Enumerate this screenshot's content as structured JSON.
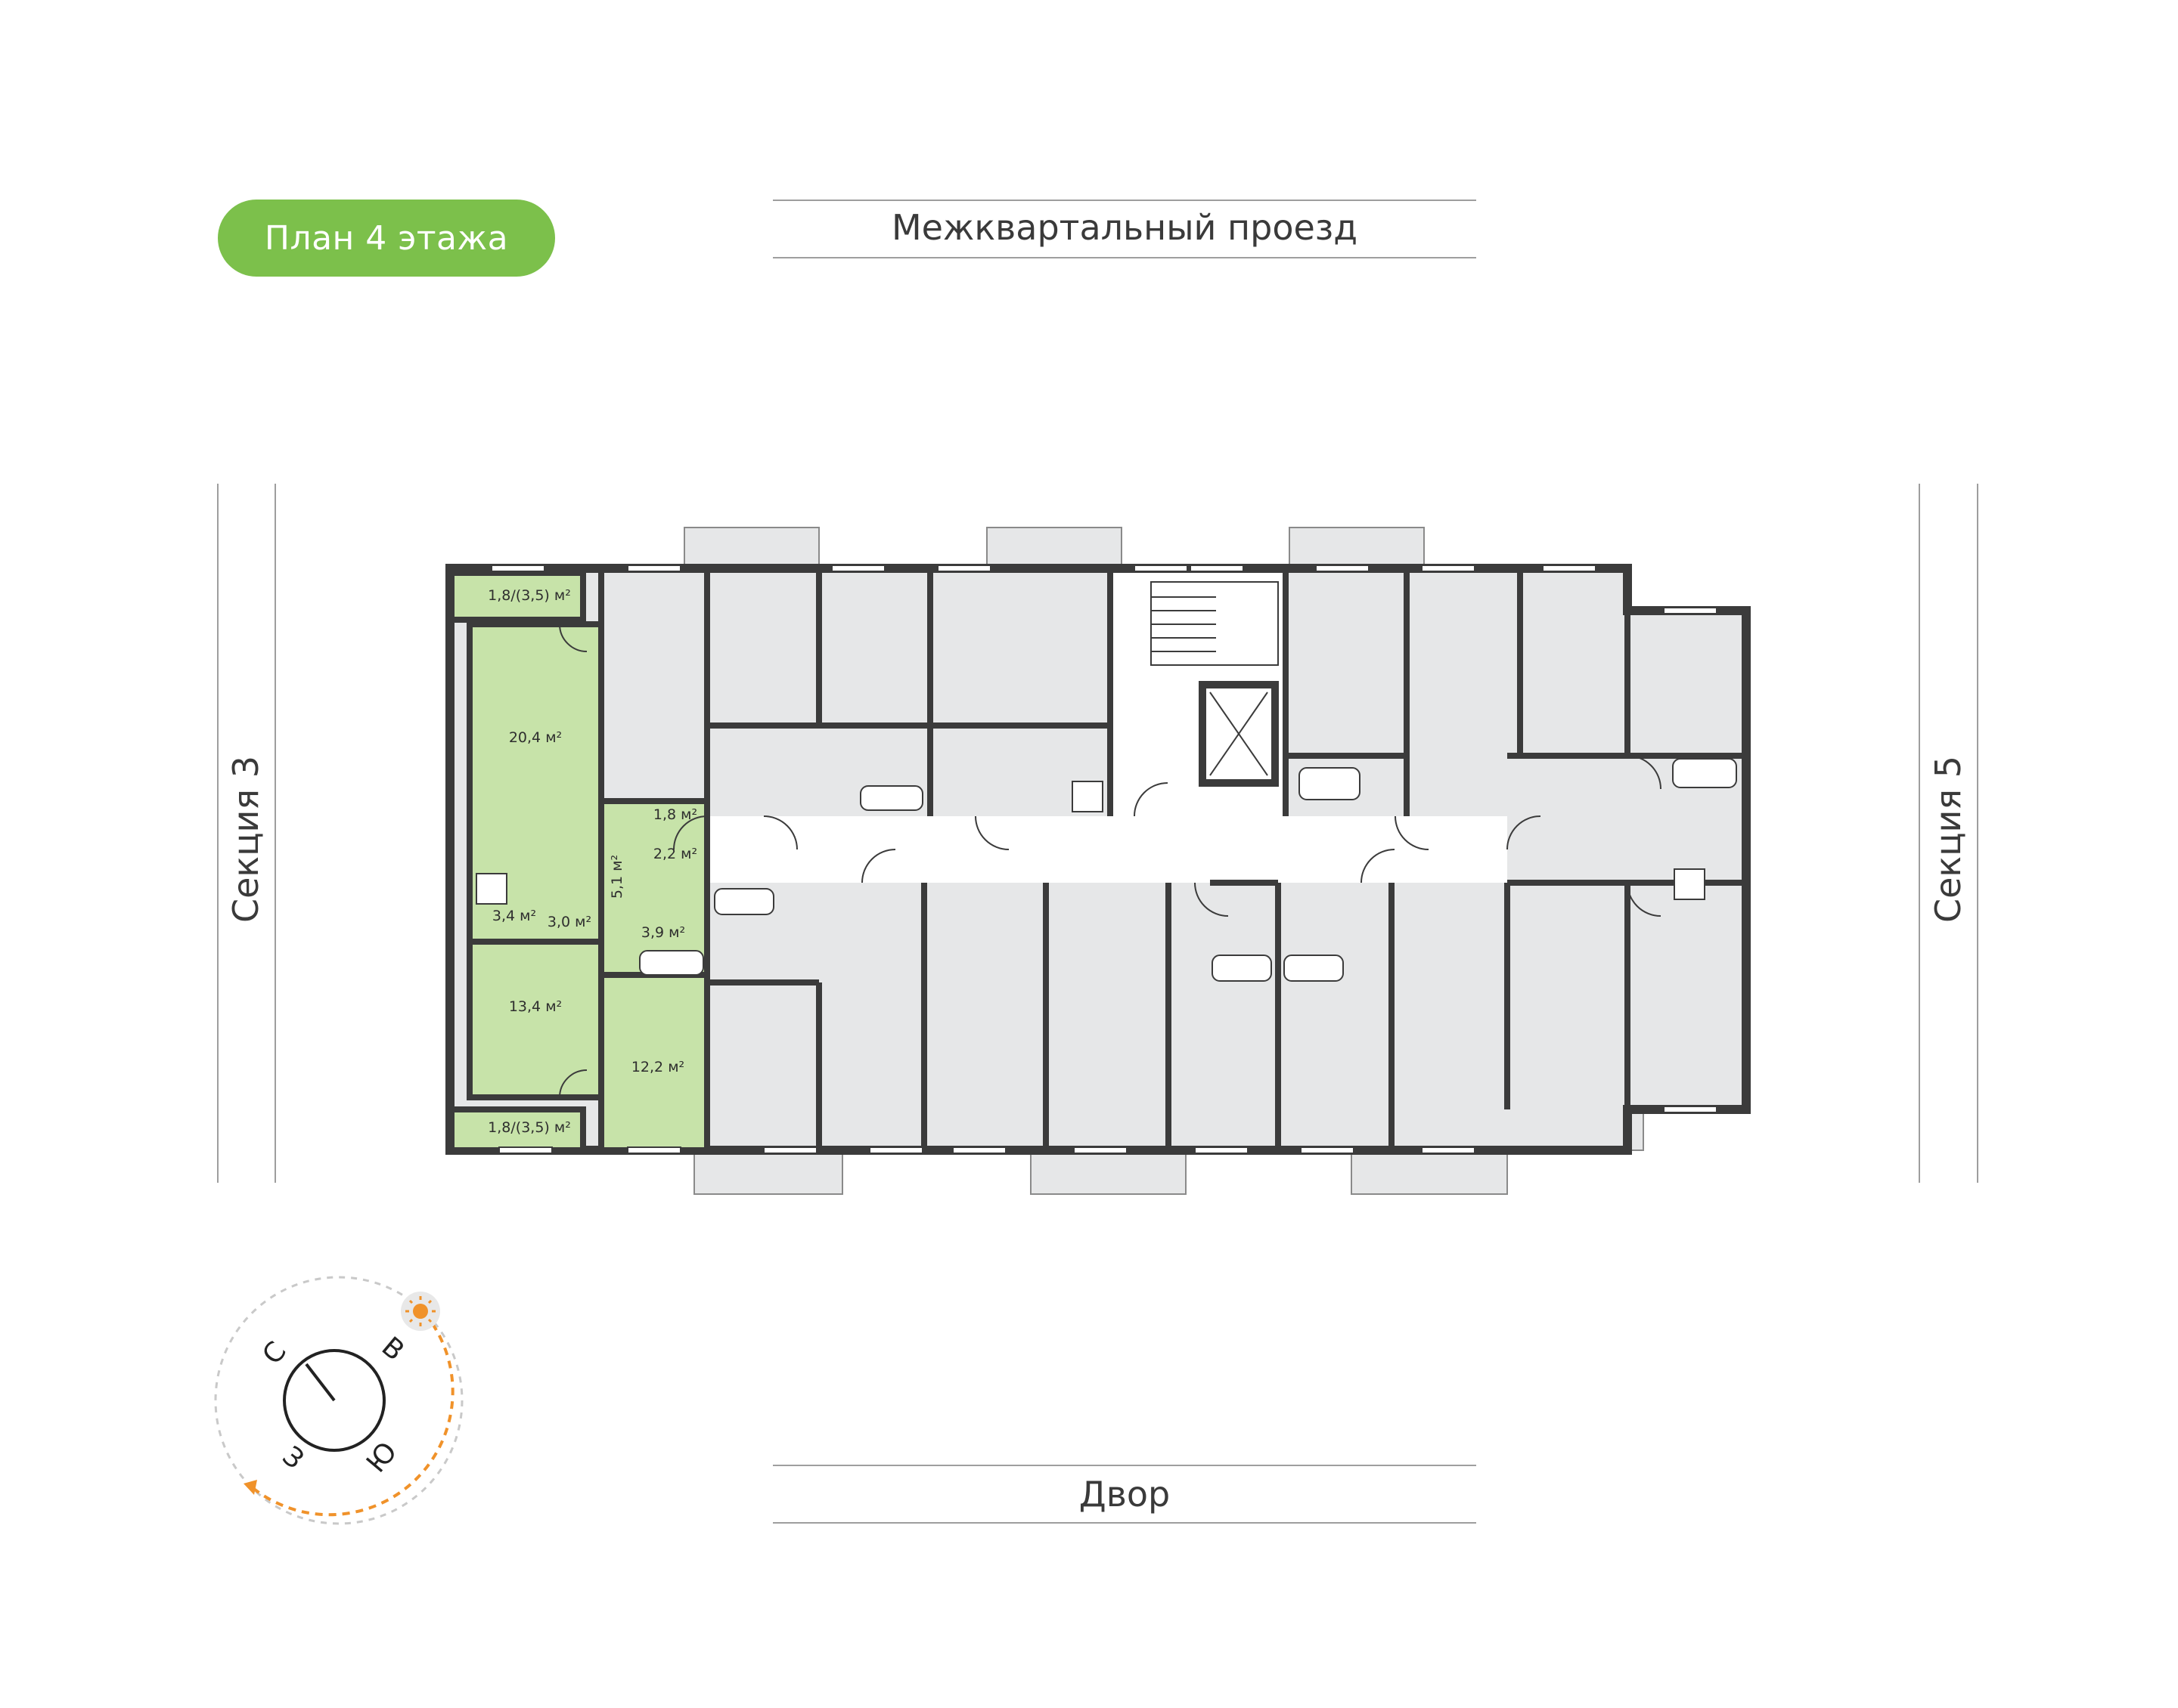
{
  "title": "План 4 этажа",
  "streets": {
    "top": "Межквартальный проезд",
    "bottom": "Двор"
  },
  "sections": {
    "left": "Секция 3",
    "right": "Секция 5"
  },
  "compass": {
    "north": "С",
    "east": "В",
    "south": "Ю",
    "west": "З",
    "sun_icon": "sun-icon"
  },
  "apartment": {
    "balcony_top": "1,8/(3,5) м²",
    "room_large": "20,4 м²",
    "hall_1": "1,8 м²",
    "hall_2": "2,2 м²",
    "corridor": "5,1 м²",
    "bath_1": "3,4 м²",
    "wc": "3,0 м²",
    "bath_2": "3,9 м²",
    "room_mid": "13,4 м²",
    "room_right": "12,2 м²",
    "balcony_bottom": "1,8/(3,5) м²"
  },
  "colors": {
    "accent_green": "#7cc04b",
    "apt_fill": "#c7e3a9",
    "room_fill": "#e6e7e8",
    "wall": "#3b3b3b",
    "compass_orange": "#f0922a"
  }
}
